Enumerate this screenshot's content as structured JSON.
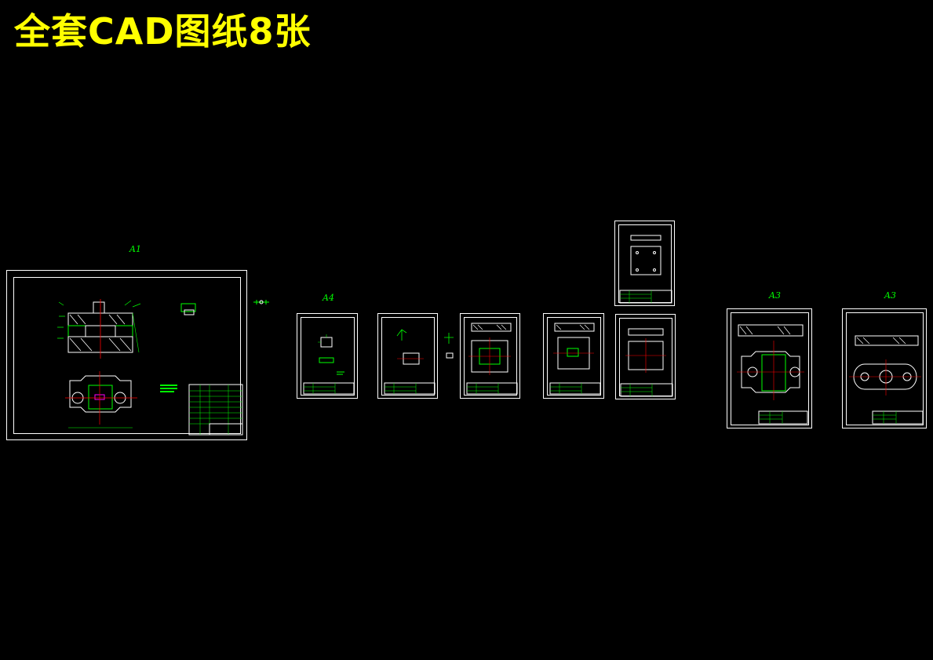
{
  "page": {
    "title": "全套CAD图纸8张"
  },
  "sheet_labels": {
    "assembly": "A1",
    "small_part": "A4",
    "plate_a": "A3",
    "plate_b": "A3"
  },
  "colors": {
    "background": "#000000",
    "title": "#ffff00",
    "border": "#ffffff",
    "geometry": "#00ff00",
    "centerline": "#ff0000",
    "hatch": "#ffffff",
    "highlight": "#ff00ff"
  }
}
